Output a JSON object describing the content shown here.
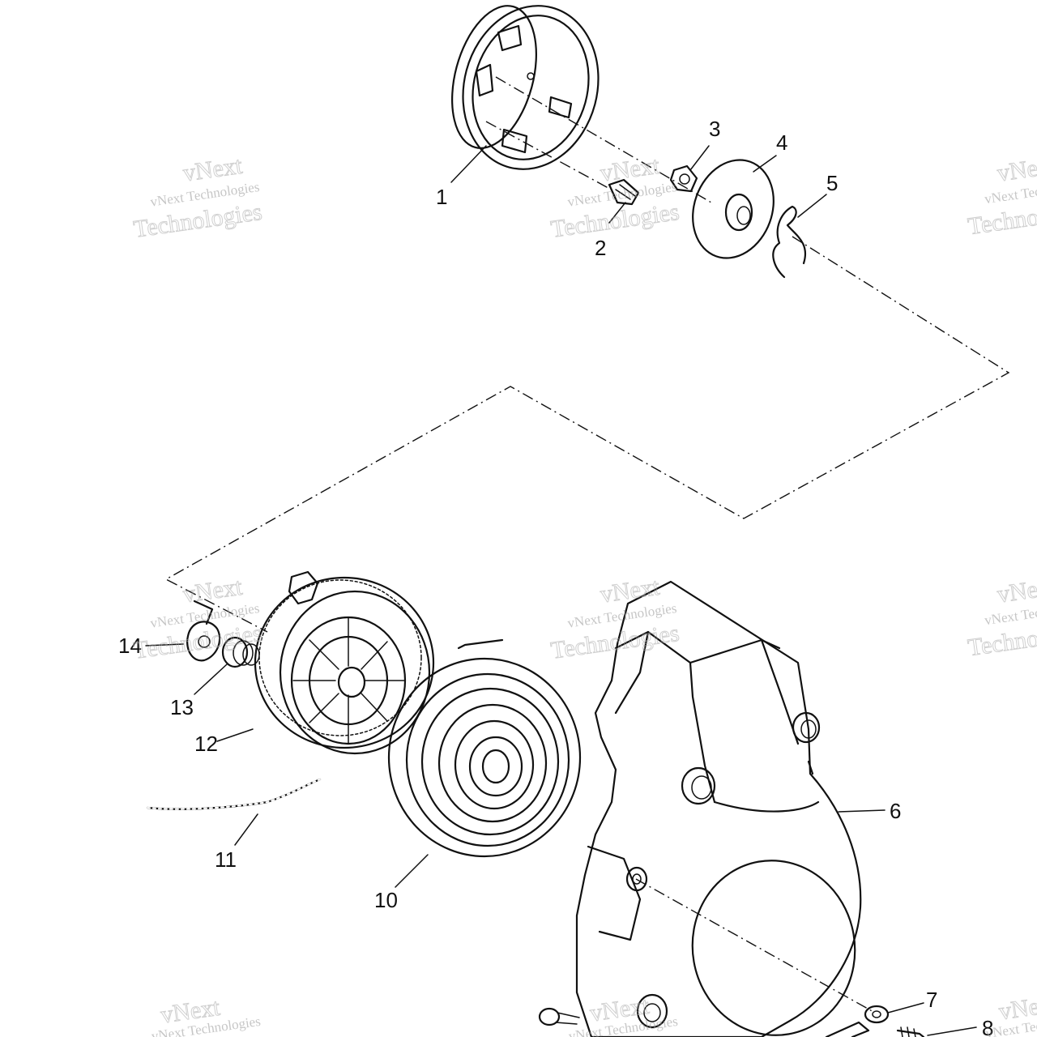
{
  "callouts": [
    {
      "id": "1",
      "label": "1"
    },
    {
      "id": "2",
      "label": "2"
    },
    {
      "id": "3",
      "label": "3"
    },
    {
      "id": "4",
      "label": "4"
    },
    {
      "id": "5",
      "label": "5"
    },
    {
      "id": "6",
      "label": "6"
    },
    {
      "id": "7",
      "label": "7"
    },
    {
      "id": "8",
      "label": "8"
    },
    {
      "id": "10",
      "label": "10"
    },
    {
      "id": "11",
      "label": "11"
    },
    {
      "id": "12",
      "label": "12"
    },
    {
      "id": "13",
      "label": "13"
    },
    {
      "id": "14",
      "label": "14"
    }
  ],
  "watermark": {
    "line1": "vNext",
    "line2": "vNext Technologies",
    "line3": "Technologies"
  }
}
